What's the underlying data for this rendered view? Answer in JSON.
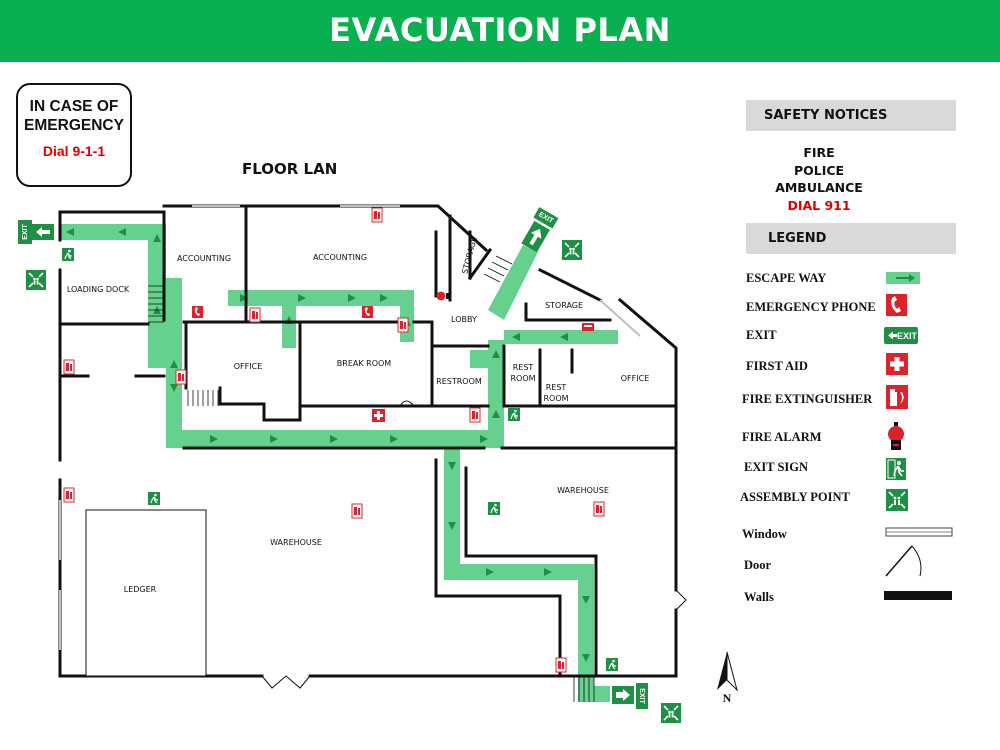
{
  "header": {
    "title": "EVACUATION PLAN"
  },
  "emergency": {
    "line1": "IN CASE OF",
    "line2": "EMERGENCY",
    "dial": "Dial 9-1-1"
  },
  "floor_title": "FLOOR LAN",
  "rooms": {
    "loading_dock": "LOADING DOCK",
    "accounting": "ACCOUNTING",
    "storage": "STORAGE",
    "lobby": "LOBBY",
    "office": "OFFICE",
    "break_room": "BREAK ROOM",
    "restroom": "RESTROOM",
    "rest": "REST",
    "room": "ROOM",
    "warehouse": "WAREHOUSE",
    "ledger": "LEDGER"
  },
  "exit_sign_text": "EXIT",
  "compass": {
    "north": "N"
  },
  "safety_notices": {
    "header": "SAFETY NOTICES",
    "lines": [
      "FIRE",
      "POLICE",
      "AMBULANCE"
    ],
    "dial": "DIAL 911"
  },
  "legend": {
    "header": "LEGEND",
    "items": [
      {
        "label": "ESCAPE WAY",
        "icon": "escape-arrow-icon"
      },
      {
        "label": "EMERGENCY PHONE",
        "icon": "phone-icon"
      },
      {
        "label": "EXIT",
        "icon": "exit-sign-icon"
      },
      {
        "label": "FIRST AID",
        "icon": "first-aid-icon"
      },
      {
        "label": "FIRE EXTINGUISHER",
        "icon": "fire-extinguisher-icon"
      },
      {
        "label": "FIRE ALARM",
        "icon": "fire-alarm-icon"
      },
      {
        "label": "EXIT SIGN",
        "icon": "running-man-icon"
      },
      {
        "label": "ASSEMBLY POINT",
        "icon": "assembly-point-icon"
      },
      {
        "label": "Window",
        "icon": "window-icon"
      },
      {
        "label": "Door",
        "icon": "door-icon"
      },
      {
        "label": "Walls",
        "icon": "wall-icon"
      }
    ]
  },
  "colors": {
    "brand_green": "#08b050",
    "escape_path": "#66d08e",
    "exit_green": "#1f8f45",
    "danger_red": "#d9232d",
    "wall": "#111111"
  }
}
